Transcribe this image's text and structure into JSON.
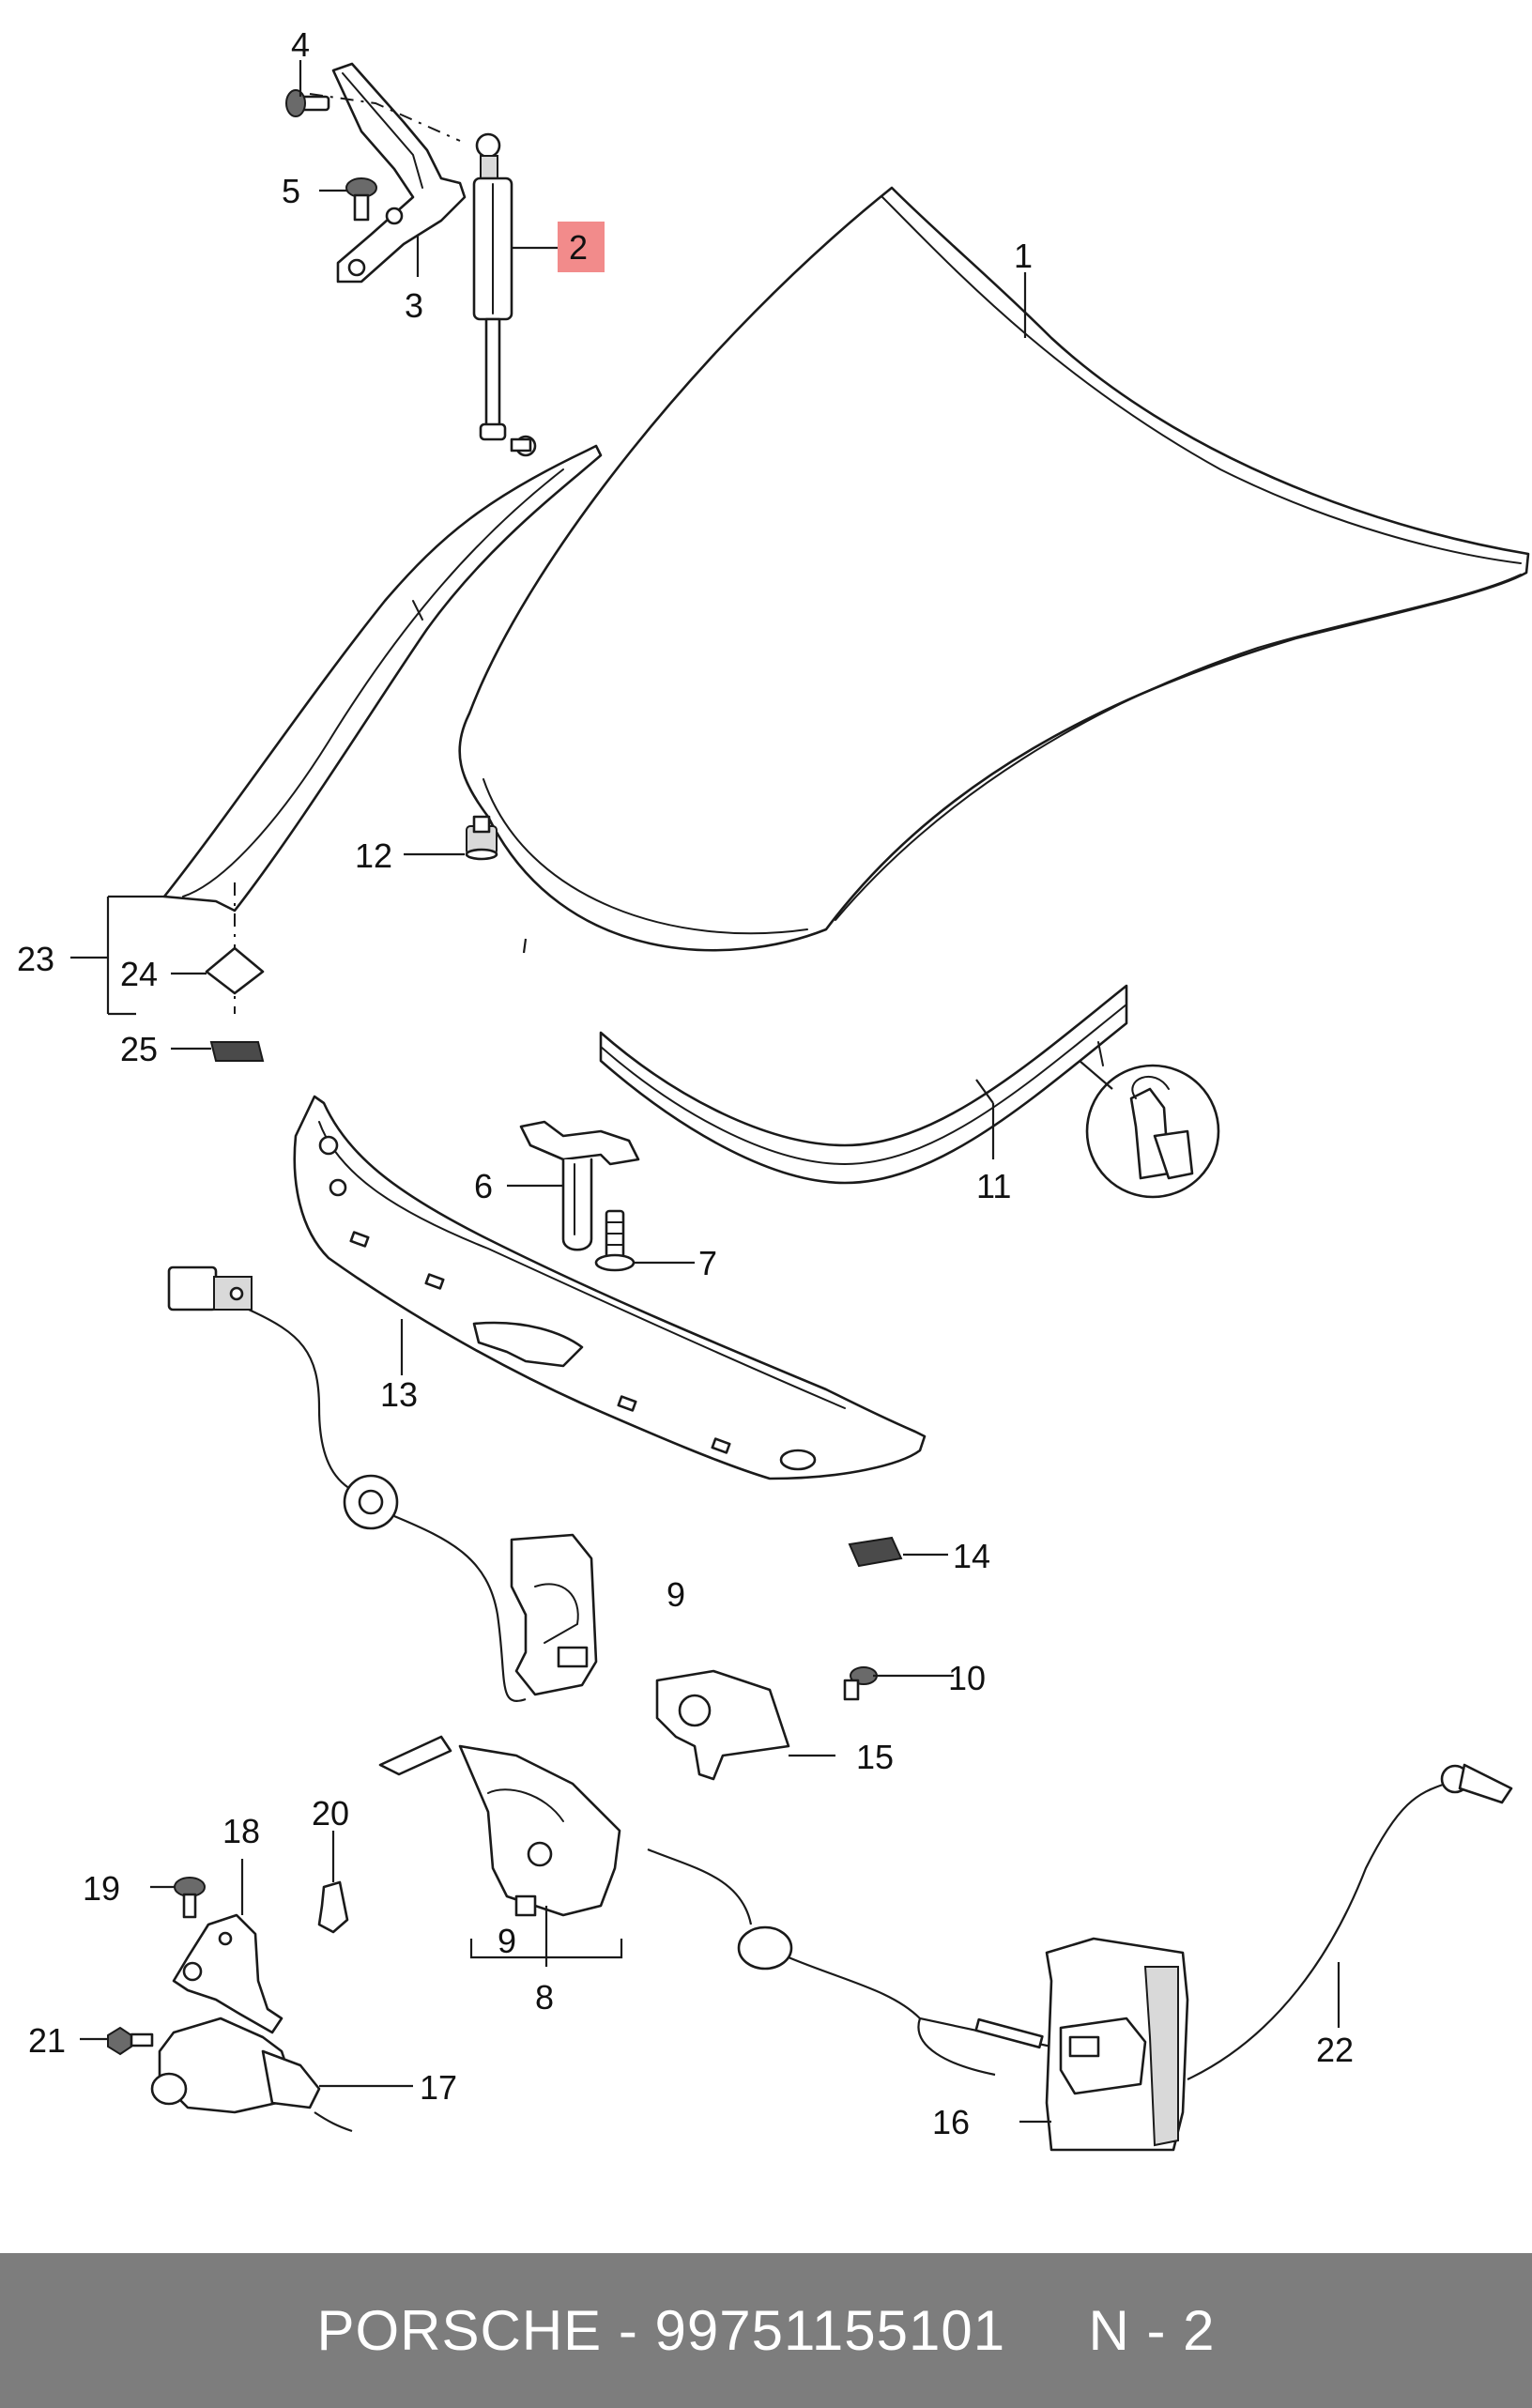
{
  "callouts": [
    {
      "id": "label-1",
      "text": "1"
    },
    {
      "id": "label-2",
      "text": "2",
      "highlighted": true
    },
    {
      "id": "label-3",
      "text": "3"
    },
    {
      "id": "label-4",
      "text": "4"
    },
    {
      "id": "label-5",
      "text": "5"
    },
    {
      "id": "label-6",
      "text": "6"
    },
    {
      "id": "label-7",
      "text": "7"
    },
    {
      "id": "label-8",
      "text": "8"
    },
    {
      "id": "label-9a",
      "text": "9"
    },
    {
      "id": "label-9b",
      "text": "9"
    },
    {
      "id": "label-10",
      "text": "10"
    },
    {
      "id": "label-11",
      "text": "11"
    },
    {
      "id": "label-12",
      "text": "12"
    },
    {
      "id": "label-13",
      "text": "13"
    },
    {
      "id": "label-14",
      "text": "14"
    },
    {
      "id": "label-15",
      "text": "15"
    },
    {
      "id": "label-16",
      "text": "16"
    },
    {
      "id": "label-17",
      "text": "17"
    },
    {
      "id": "label-18",
      "text": "18"
    },
    {
      "id": "label-19",
      "text": "19"
    },
    {
      "id": "label-20",
      "text": "20"
    },
    {
      "id": "label-21",
      "text": "21"
    },
    {
      "id": "label-22",
      "text": "22"
    },
    {
      "id": "label-23",
      "text": "23"
    },
    {
      "id": "label-24",
      "text": "24"
    },
    {
      "id": "label-25",
      "text": "25"
    }
  ],
  "colors": {
    "highlight": "#f28b8b",
    "footer_background": "#7d7d7d",
    "footer_text": "#ffffff"
  },
  "footer": {
    "text": "PORSCHE - 99751155101     N - 2"
  }
}
